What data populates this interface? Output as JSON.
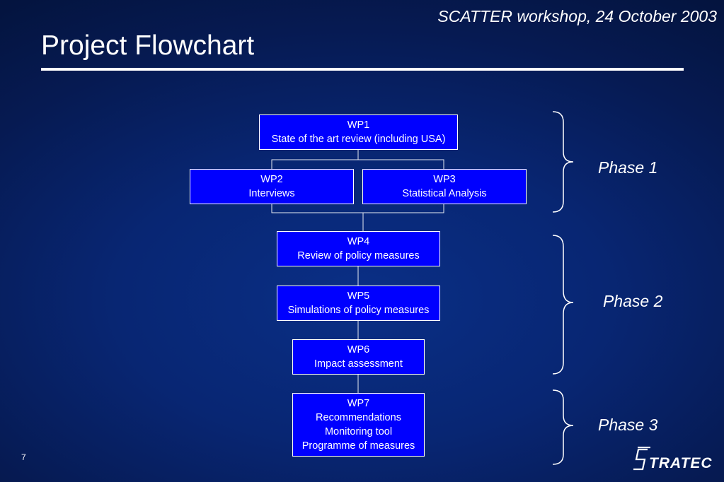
{
  "header": {
    "event": "SCATTER workshop, 24 October 2003",
    "title": "Project Flowchart"
  },
  "work_packages": {
    "wp1": {
      "code": "WP1",
      "lines": [
        "State of the art review (including USA)"
      ]
    },
    "wp2": {
      "code": "WP2",
      "lines": [
        "Interviews"
      ]
    },
    "wp3": {
      "code": "WP3",
      "lines": [
        "Statistical Analysis"
      ]
    },
    "wp4": {
      "code": "WP4",
      "lines": [
        "Review of policy measures"
      ]
    },
    "wp5": {
      "code": "WP5",
      "lines": [
        "Simulations of policy measures"
      ]
    },
    "wp6": {
      "code": "WP6",
      "lines": [
        "Impact assessment"
      ]
    },
    "wp7": {
      "code": "WP7",
      "lines": [
        "Recommendations",
        "Monitoring tool",
        "Programme of measures"
      ]
    }
  },
  "phases": [
    "Phase 1",
    "Phase 2",
    "Phase 3"
  ],
  "footer": {
    "page_number": "7",
    "logo_text": "STRATEC"
  },
  "colors": {
    "box_fill": "#0000ff",
    "box_border": "#ffffff",
    "background": "#082673"
  }
}
